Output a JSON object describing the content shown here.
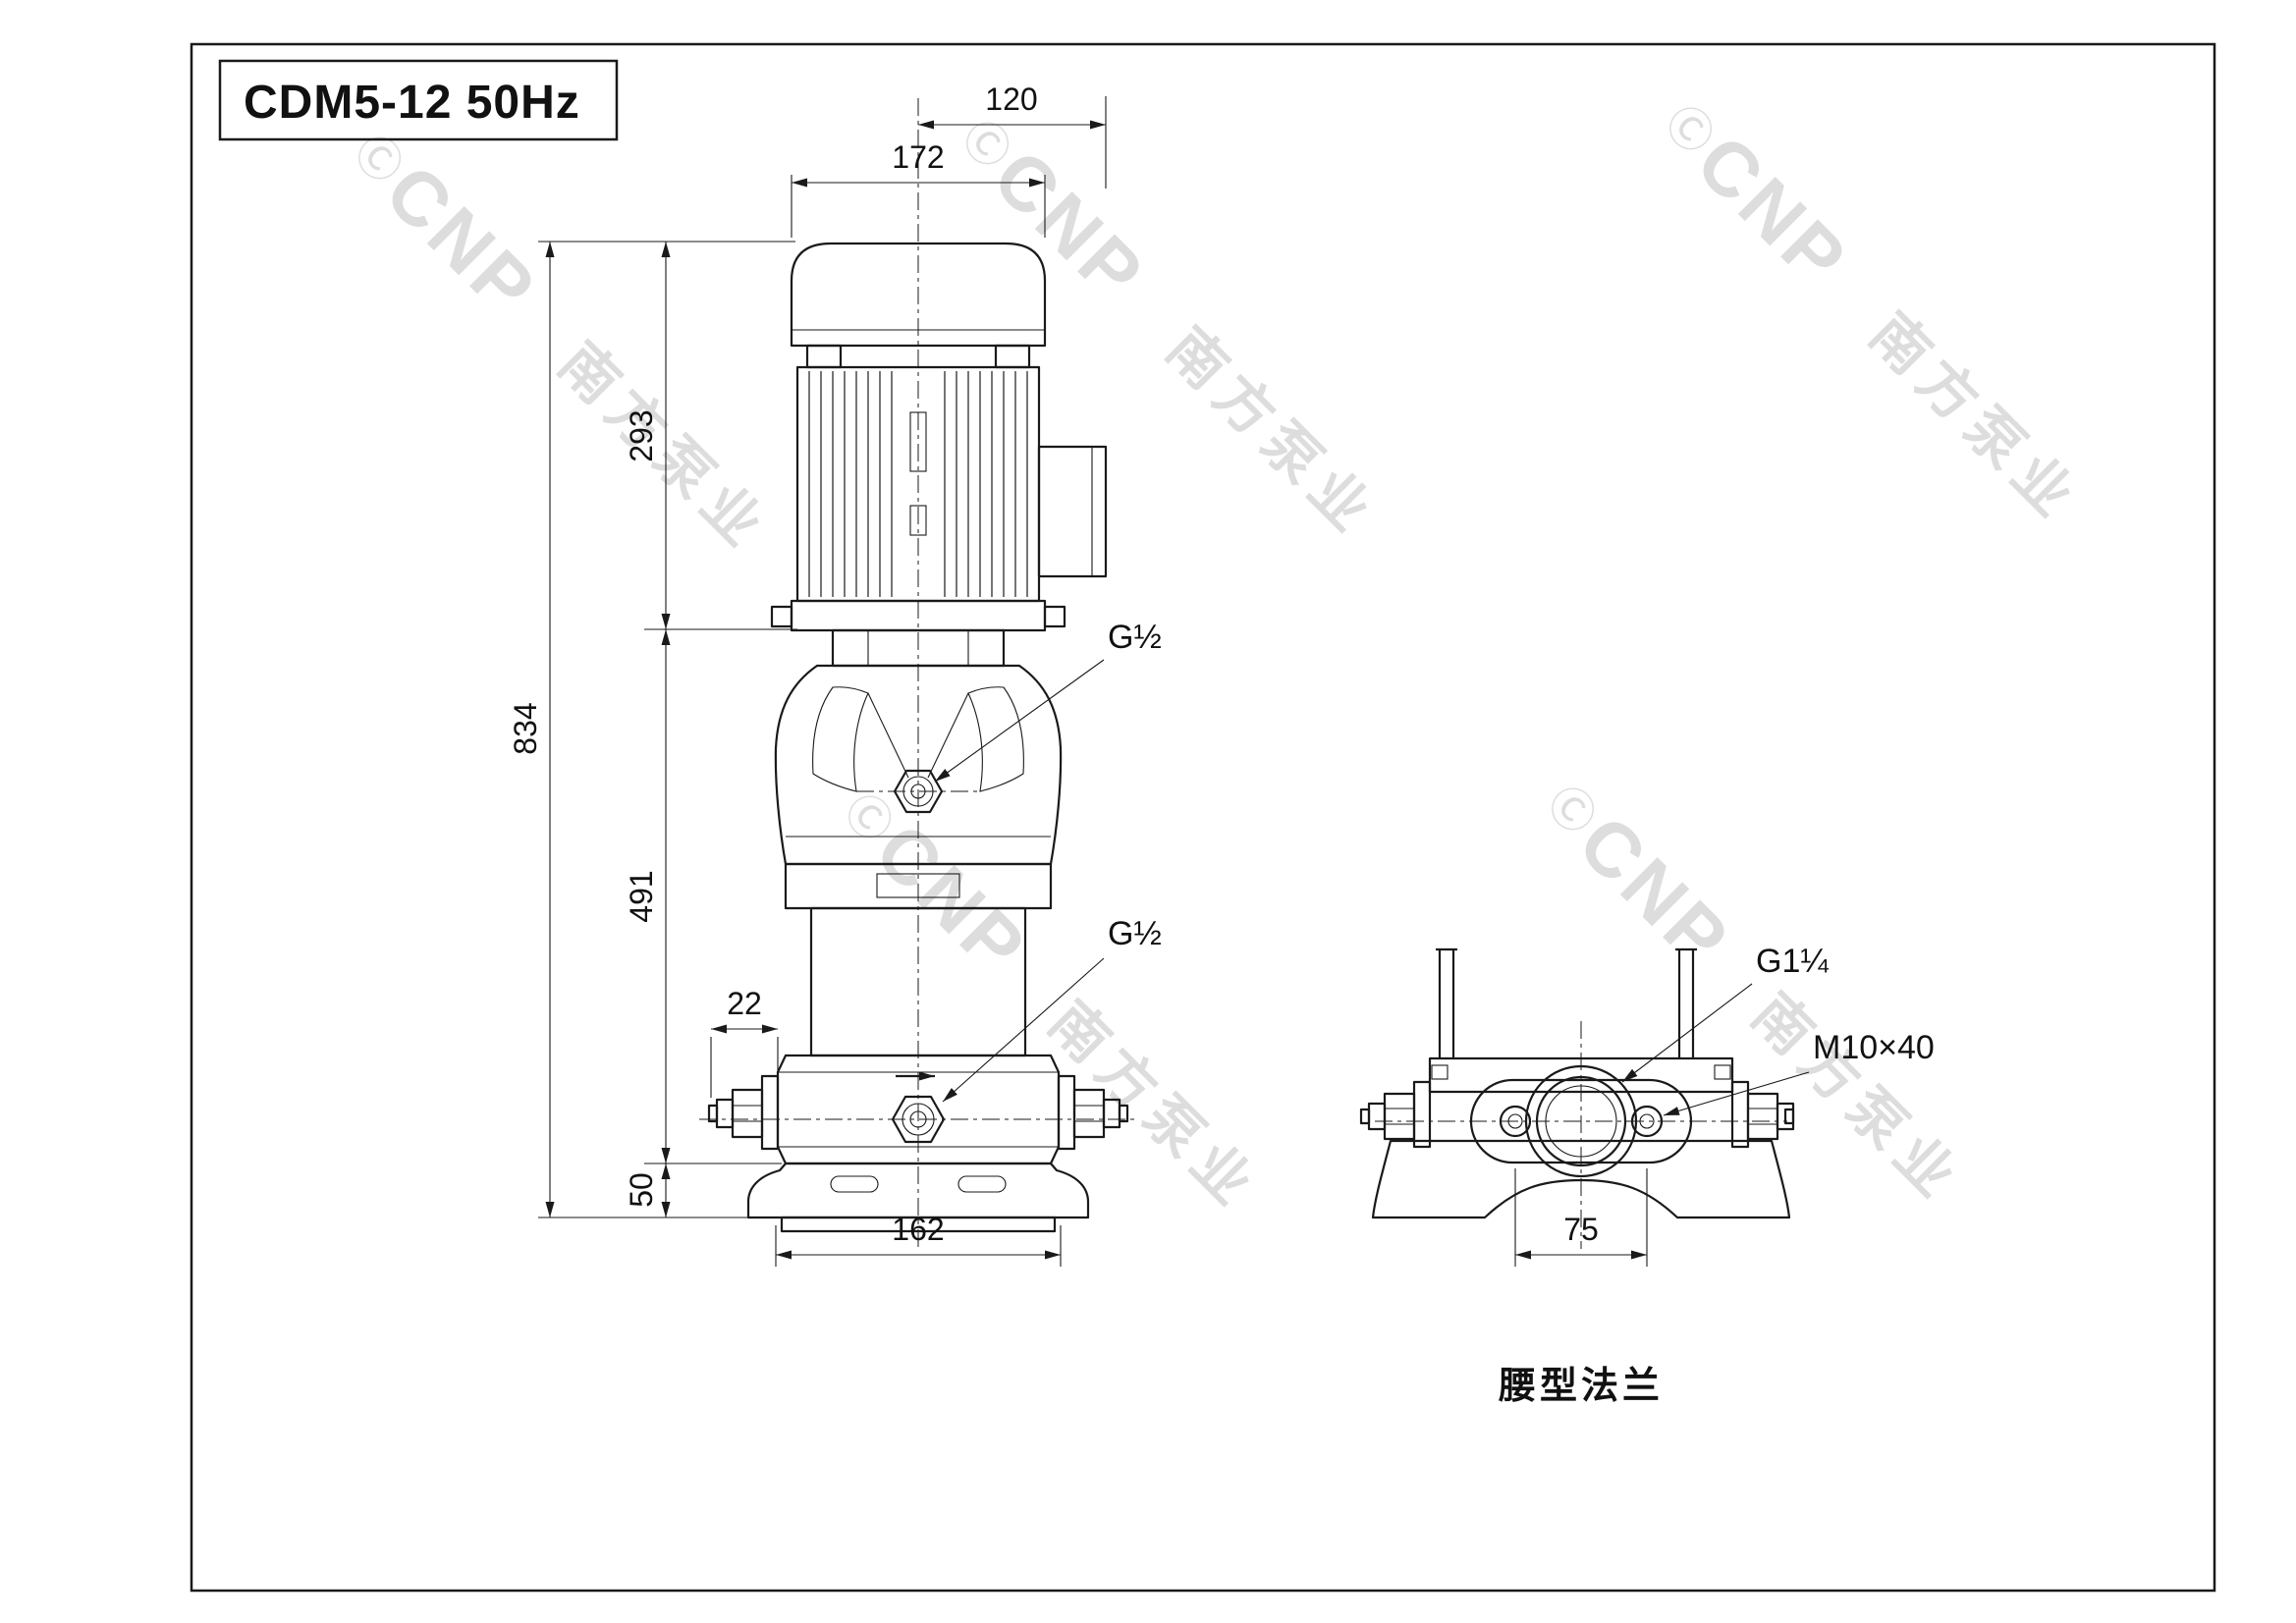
{
  "page": {
    "background": "#ffffff",
    "line_color": "#1a1a1a",
    "watermark_color": "#bdbdbd"
  },
  "title_block": {
    "model": "CDM5-12 50Hz"
  },
  "watermark": {
    "logo": "Ⓒ",
    "brand": "CNP",
    "company": "南方泵业"
  },
  "front_view": {
    "dim_120": "120",
    "dim_172": "172",
    "dim_293": "293",
    "dim_834": "834",
    "dim_491": "491",
    "dim_22": "22",
    "dim_50": "50",
    "dim_162": "162",
    "port_top_label": "G½",
    "port_side_label": "G½"
  },
  "side_view": {
    "dim_75": "75",
    "flange_label": "G1¼",
    "bolt_label": "M10×40",
    "caption": "腰型法兰"
  }
}
